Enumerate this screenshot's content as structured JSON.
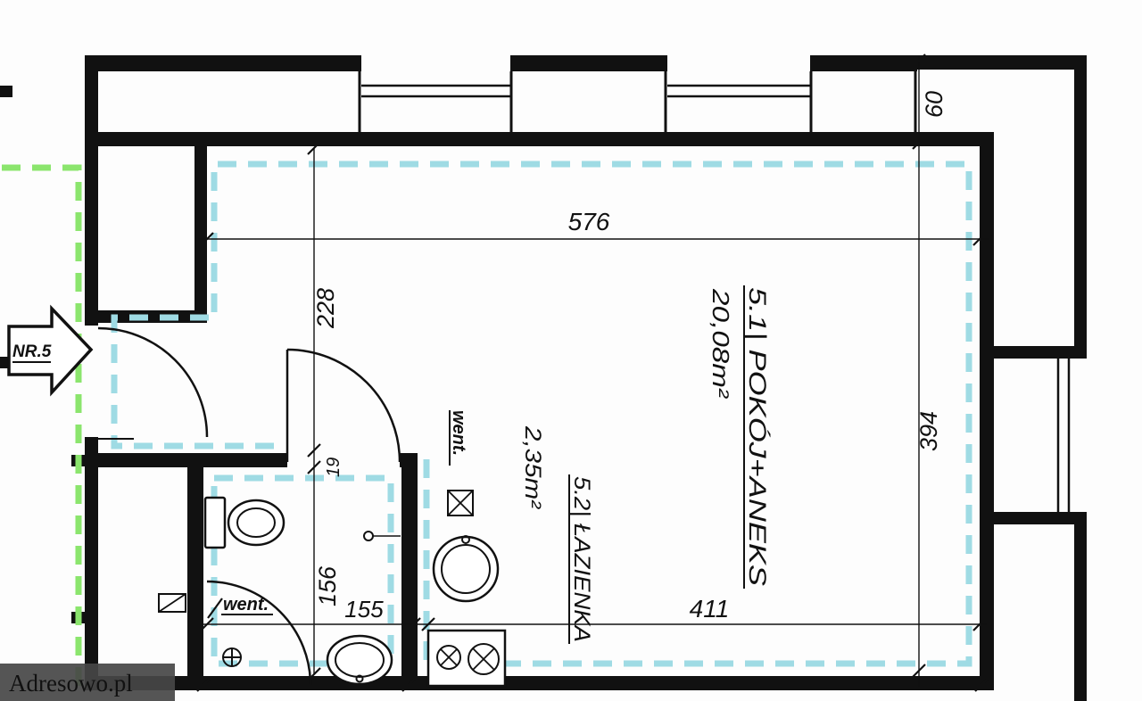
{
  "watermark": {
    "text": "Adresowo.pl"
  },
  "entrance": {
    "label": "NR.5"
  },
  "rooms": {
    "main": {
      "label": "5.1| POKÓJ+ANEKS",
      "area": "20,08m²"
    },
    "bath": {
      "label": "5.2| ŁAZIENKA",
      "area": "2,35m²"
    }
  },
  "dimensions": {
    "total_width": "576",
    "hall_depth": "228",
    "room_depth": "394",
    "top_wall": "60",
    "room_width": "411",
    "bath_depth": "156",
    "bath_width": "155",
    "door_jamb": "19"
  },
  "vents": {
    "room": "went.",
    "bath": "went."
  },
  "colors": {
    "wall": "#111111",
    "cyan_outline": "#9fdbe4",
    "green_outline": "#8be56d",
    "watermark_bg": "#474747"
  }
}
